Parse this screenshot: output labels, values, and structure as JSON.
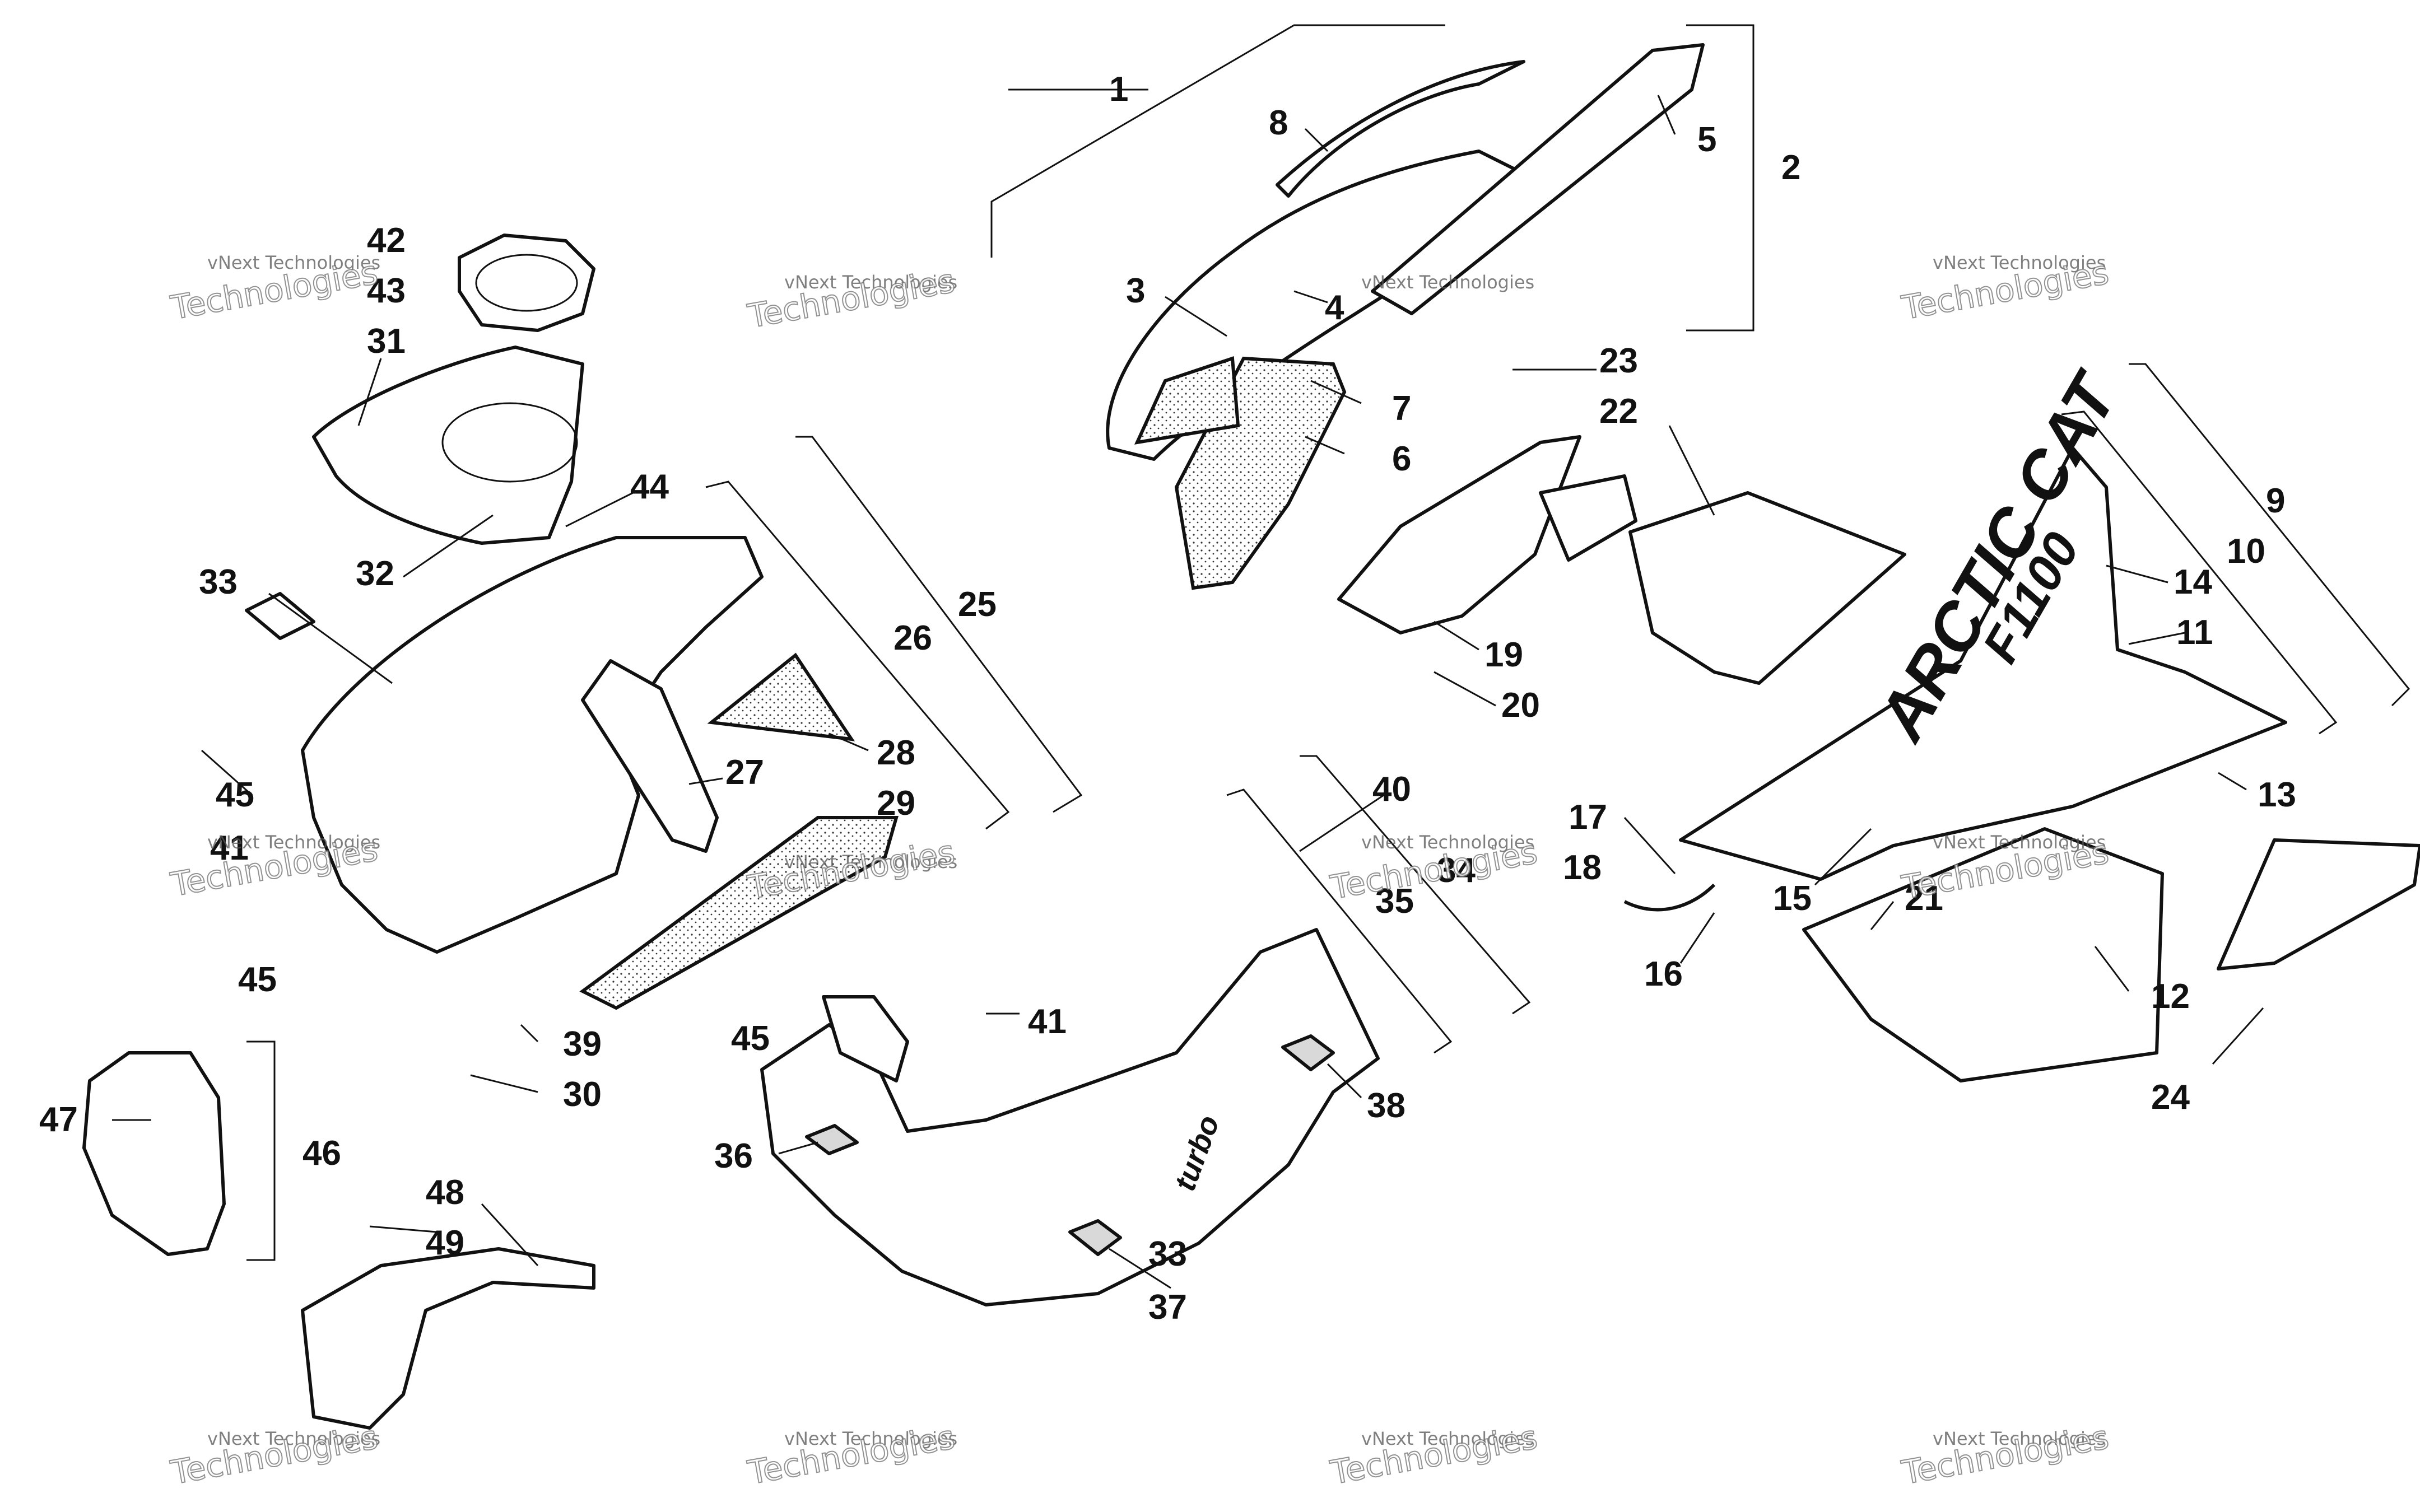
{
  "callouts": [
    {
      "id": "1",
      "text": "1"
    },
    {
      "id": "2",
      "text": "2"
    },
    {
      "id": "3",
      "text": "3"
    },
    {
      "id": "4",
      "text": "4"
    },
    {
      "id": "5",
      "text": "5"
    },
    {
      "id": "6",
      "text": "6"
    },
    {
      "id": "7",
      "text": "7"
    },
    {
      "id": "8",
      "text": "8"
    },
    {
      "id": "9",
      "text": "9"
    },
    {
      "id": "10",
      "text": "10"
    },
    {
      "id": "11",
      "text": "11"
    },
    {
      "id": "12",
      "text": "12"
    },
    {
      "id": "13",
      "text": "13"
    },
    {
      "id": "14",
      "text": "14"
    },
    {
      "id": "15",
      "text": "15"
    },
    {
      "id": "16",
      "text": "16"
    },
    {
      "id": "17",
      "text": "17"
    },
    {
      "id": "18",
      "text": "18"
    },
    {
      "id": "19",
      "text": "19"
    },
    {
      "id": "20",
      "text": "20"
    },
    {
      "id": "21",
      "text": "21"
    },
    {
      "id": "22",
      "text": "22"
    },
    {
      "id": "23",
      "text": "23"
    },
    {
      "id": "24",
      "text": "24"
    },
    {
      "id": "25",
      "text": "25"
    },
    {
      "id": "26",
      "text": "26"
    },
    {
      "id": "27",
      "text": "27"
    },
    {
      "id": "28",
      "text": "28"
    },
    {
      "id": "29",
      "text": "29"
    },
    {
      "id": "30",
      "text": "30"
    },
    {
      "id": "31",
      "text": "31"
    },
    {
      "id": "32",
      "text": "32"
    },
    {
      "id": "33a",
      "text": "33"
    },
    {
      "id": "33b",
      "text": "33"
    },
    {
      "id": "34",
      "text": "34"
    },
    {
      "id": "35",
      "text": "35"
    },
    {
      "id": "36",
      "text": "36"
    },
    {
      "id": "37",
      "text": "37"
    },
    {
      "id": "38",
      "text": "38"
    },
    {
      "id": "39",
      "text": "39"
    },
    {
      "id": "40",
      "text": "40"
    },
    {
      "id": "41a",
      "text": "41"
    },
    {
      "id": "41b",
      "text": "41"
    },
    {
      "id": "42",
      "text": "42"
    },
    {
      "id": "43",
      "text": "43"
    },
    {
      "id": "44",
      "text": "44"
    },
    {
      "id": "45a",
      "text": "45"
    },
    {
      "id": "45b",
      "text": "45"
    },
    {
      "id": "45c",
      "text": "45"
    },
    {
      "id": "46",
      "text": "46"
    },
    {
      "id": "47",
      "text": "47"
    },
    {
      "id": "48",
      "text": "48"
    },
    {
      "id": "49",
      "text": "49"
    }
  ],
  "decals": {
    "brand": "ARCTIC CAT",
    "model": "F1100",
    "turbo": "turbo"
  },
  "watermark": {
    "line1": "vNext Technologies",
    "line2": "Technologies"
  },
  "colors": {
    "ink": "#111111",
    "background": "#ffffff",
    "watermark": "#777777"
  }
}
